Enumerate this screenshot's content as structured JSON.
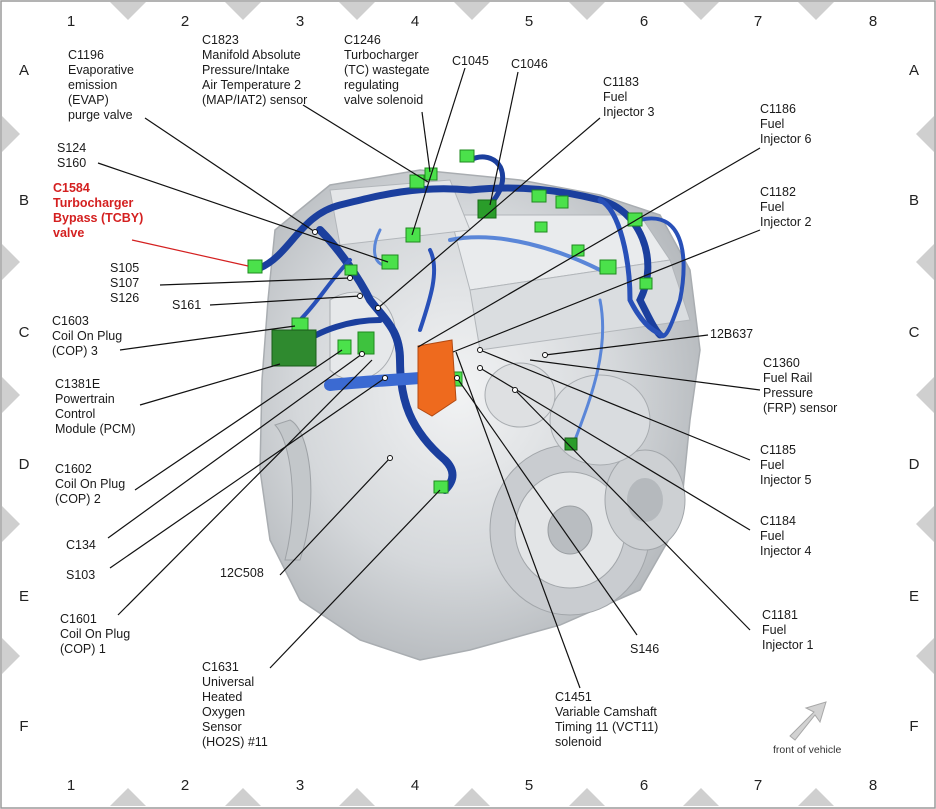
{
  "columns": [
    "1",
    "2",
    "3",
    "4",
    "5",
    "6",
    "7",
    "8"
  ],
  "rows": [
    "A",
    "B",
    "C",
    "D",
    "E",
    "F"
  ],
  "colors": {
    "harness_dark": "#1b3f9e",
    "harness_light": "#5a86d8",
    "connector": "#4be14b",
    "connector_dark": "#2a9d2a",
    "pcm": "#2f8a2f",
    "vct_solenoid": "#ee6a1e",
    "engine": "#d6d9dc",
    "highlight_label": "#d42020",
    "marker": "#c8c8c8"
  },
  "labels": {
    "c1196": "C1196\nEvaporative\nemission\n(EVAP)\npurge valve",
    "c1823": "C1823\nManifold Absolute\nPressure/Intake\nAir Temperature 2\n(MAP/IAT2) sensor",
    "c1246": "C1246\nTurbocharger\n(TC) wastegate\nregulating\nvalve solenoid",
    "c1045": "C1045",
    "c1046": "C1046",
    "c1183": "C1183\nFuel\nInjector 3",
    "c1186": "C1186\nFuel\nInjector 6",
    "s124": "S124\nS160",
    "c1584": "C1584\nTurbocharger\nBypass (TCBY)\nvalve",
    "c1182": "C1182\nFuel\nInjector 2",
    "s105": "S105\nS107\nS126",
    "s161": "S161",
    "c1603": "C1603\nCoil On Plug\n(COP) 3",
    "12b637": "12B637",
    "c1360": "C1360\nFuel Rail\nPressure\n(FRP) sensor",
    "c1381e": "C1381E\nPowertrain\nControl\nModule (PCM)",
    "c1185": "C1185\nFuel\nInjector 5",
    "c1602": "C1602\nCoil On Plug\n(COP) 2",
    "c1184": "C1184\nFuel\nInjector 4",
    "c134": "C134",
    "s103": "S103",
    "12c508": "12C508",
    "c1601": "C1601\nCoil On Plug\n(COP) 1",
    "c1181": "C1181\nFuel\nInjector 1",
    "s146": "S146",
    "c1631": "C1631\nUniversal\nHeated\nOxygen\nSensor\n(HO2S) #11",
    "c1451": "C1451\nVariable Camshaft\nTiming 11 (VCT11)\nsolenoid"
  },
  "footer": {
    "orientation": "front of vehicle",
    "arrow_icon": "arrow-up-right-icon"
  }
}
